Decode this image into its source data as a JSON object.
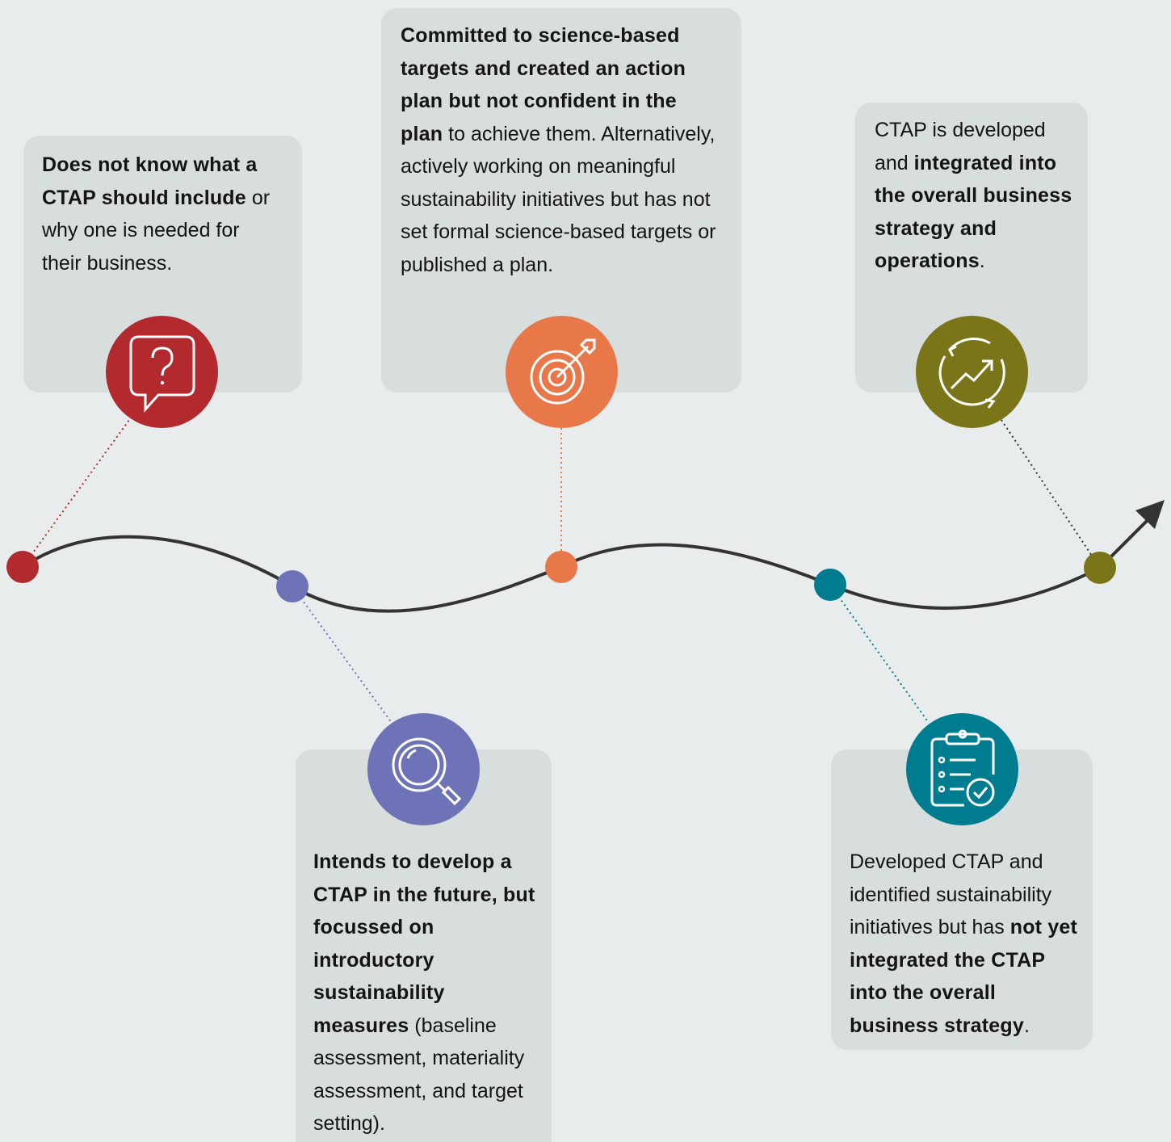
{
  "stages": [
    {
      "id": "stage1",
      "color": "#b2292e",
      "icon": "question-bubble-icon",
      "text_segments": [
        {
          "text": "Does not know what a CTAP should include",
          "bold": true
        },
        {
          "text": " or why one is needed for their business.",
          "bold": false
        }
      ]
    },
    {
      "id": "stage2",
      "color": "#6e73b7",
      "icon": "magnifying-glass-icon",
      "text_segments": [
        {
          "text": "Intends to develop a CTAP in the future, but focussed on introductory sustainability measures",
          "bold": true
        },
        {
          "text": " (baseline assessment, materiality assessment, and target setting).",
          "bold": false
        }
      ]
    },
    {
      "id": "stage3",
      "color": "#e8784a",
      "icon": "target-arrow-icon",
      "text_segments": [
        {
          "text": "Committed to science-based targets and created an action plan but not confident in the plan",
          "bold": true
        },
        {
          "text": " to achieve them. Alternatively, actively working on meaningful sustainability initiatives but has not set formal science-based targets or published a plan.",
          "bold": false
        }
      ]
    },
    {
      "id": "stage4",
      "color": "#007c91",
      "icon": "clipboard-check-icon",
      "text_segments": [
        {
          "text": "Developed CTAP and identified sustainability initiatives but has ",
          "bold": false
        },
        {
          "text": "not yet integrated the CTAP into the overall business strategy",
          "bold": true
        },
        {
          "text": ".",
          "bold": false
        }
      ]
    },
    {
      "id": "stage5",
      "color": "#7b7519",
      "icon": "growth-cycle-icon",
      "text_segments": [
        {
          "text": "CTAP is developed and ",
          "bold": false
        },
        {
          "text": "integrated into the overall business strategy and operations",
          "bold": true
        },
        {
          "text": ".",
          "bold": false
        }
      ]
    }
  ],
  "path_color": "#333333"
}
